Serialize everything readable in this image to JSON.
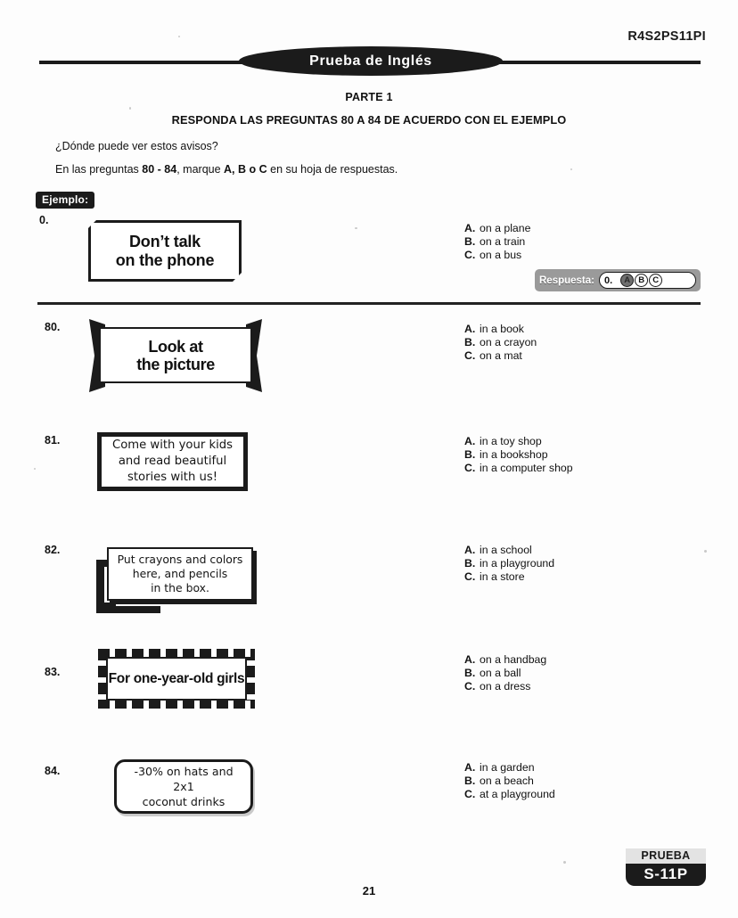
{
  "header": {
    "doc_code": "R4S2PS11PI",
    "banner_title": "Prueba de Inglés"
  },
  "instructions": {
    "part_label": "PARTE 1",
    "directive": "RESPONDA LAS PREGUNTAS 80 A 84 DE ACUERDO CON EL EJEMPLO",
    "question_prompt": "¿Dónde puede ver estos avisos?",
    "marking_prompt_pre": "En las preguntas ",
    "marking_prompt_bold1": "80 - 84",
    "marking_prompt_mid": ", marque ",
    "marking_prompt_bold2": "A, B o C",
    "marking_prompt_post": " en su hoja de respuestas."
  },
  "example": {
    "badge": "Ejemplo:",
    "number": "0.",
    "sign_line1": "Don’t talk",
    "sign_line2": "on the phone",
    "options": [
      {
        "letter": "A.",
        "text": "on a plane"
      },
      {
        "letter": "B.",
        "text": "on a train"
      },
      {
        "letter": "C.",
        "text": "on a bus"
      }
    ],
    "answer_box": {
      "label": "Respuesta:",
      "number": "0.",
      "bubbles": [
        {
          "letter": "A",
          "filled": true
        },
        {
          "letter": "B",
          "filled": false
        },
        {
          "letter": "C",
          "filled": false
        }
      ]
    }
  },
  "questions": [
    {
      "number": "80.",
      "sign_line1": "Look at",
      "sign_line2": "the picture",
      "options": [
        {
          "letter": "A.",
          "text": "in a book"
        },
        {
          "letter": "B.",
          "text": "on a crayon"
        },
        {
          "letter": "C.",
          "text": "on a mat"
        }
      ]
    },
    {
      "number": "81.",
      "sign_line1": "Come with your kids",
      "sign_line2": "and read beautiful",
      "sign_line3": "stories with us!",
      "options": [
        {
          "letter": "A.",
          "text": "in a toy shop"
        },
        {
          "letter": "B.",
          "text": "in a bookshop"
        },
        {
          "letter": "C.",
          "text": "in a computer shop"
        }
      ]
    },
    {
      "number": "82.",
      "sign_line1": "Put crayons and colors",
      "sign_line2": "here, and pencils",
      "sign_line3": "in the box.",
      "options": [
        {
          "letter": "A.",
          "text": "in a school"
        },
        {
          "letter": "B.",
          "text": "in a playground"
        },
        {
          "letter": "C.",
          "text": "in a store"
        }
      ]
    },
    {
      "number": "83.",
      "sign_line1": "For one-year-old girls",
      "options": [
        {
          "letter": "A.",
          "text": "on a handbag"
        },
        {
          "letter": "B.",
          "text": "on a ball"
        },
        {
          "letter": "C.",
          "text": "on a dress"
        }
      ]
    },
    {
      "number": "84.",
      "sign_line1": "-30% on hats and",
      "sign_line2": "2x1",
      "sign_line3": "coconut drinks",
      "options": [
        {
          "letter": "A.",
          "text": "in a garden"
        },
        {
          "letter": "B.",
          "text": "on a beach"
        },
        {
          "letter": "C.",
          "text": "at a playground"
        }
      ]
    }
  ],
  "footer": {
    "page_number": "21",
    "prueba_label": "PRUEBA",
    "prueba_code": "S-11P"
  }
}
